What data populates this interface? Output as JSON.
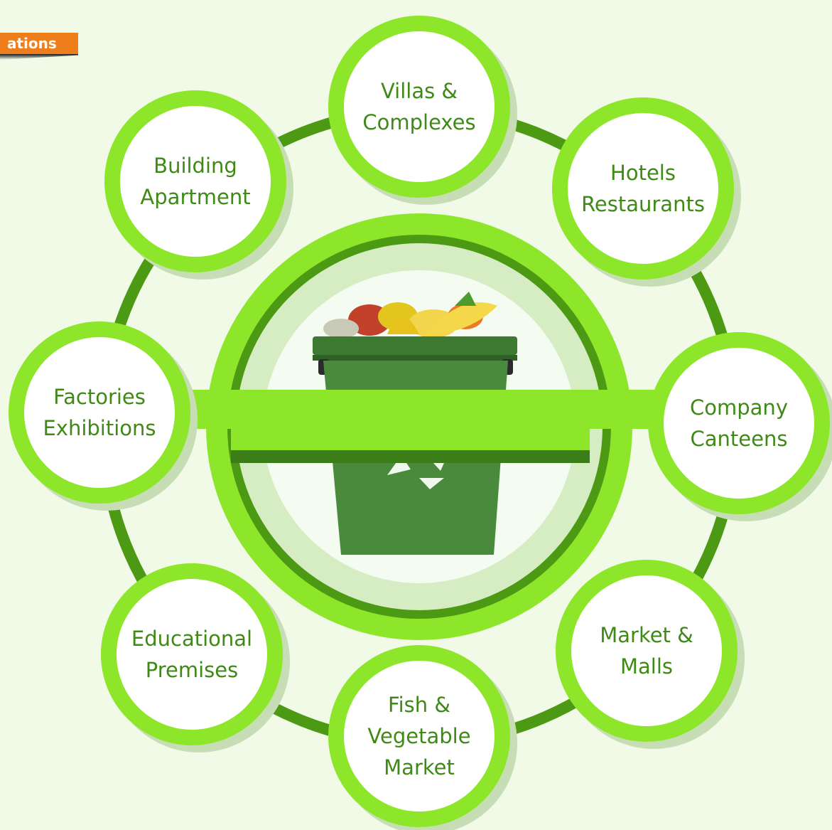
{
  "tag": {
    "label": "ations"
  },
  "colors": {
    "background": "#f1f9e7",
    "ring": "#4c9a14",
    "node": "#8ee62a",
    "node_fill": "#ffffff",
    "text": "#3f8a17",
    "bin": "#4a8a3c",
    "tag": "#ee7d1b"
  },
  "center": {
    "icon": "recycle-bin-icon"
  },
  "nodes": [
    {
      "id": "villas",
      "lines": [
        "Villas &",
        "Complexes"
      ]
    },
    {
      "id": "hotels",
      "lines": [
        "Hotels",
        "Restaurants"
      ]
    },
    {
      "id": "canteens",
      "lines": [
        "Company",
        "Canteens"
      ]
    },
    {
      "id": "malls",
      "lines": [
        "Market &",
        "Malls"
      ]
    },
    {
      "id": "fish-market",
      "lines": [
        "Fish &",
        "Vegetable",
        "Market"
      ]
    },
    {
      "id": "educational",
      "lines": [
        "Educational",
        "Premises"
      ]
    },
    {
      "id": "factories",
      "lines": [
        "Factories",
        "Exhibitions"
      ]
    },
    {
      "id": "building",
      "lines": [
        "Building",
        "Apartment"
      ]
    }
  ]
}
